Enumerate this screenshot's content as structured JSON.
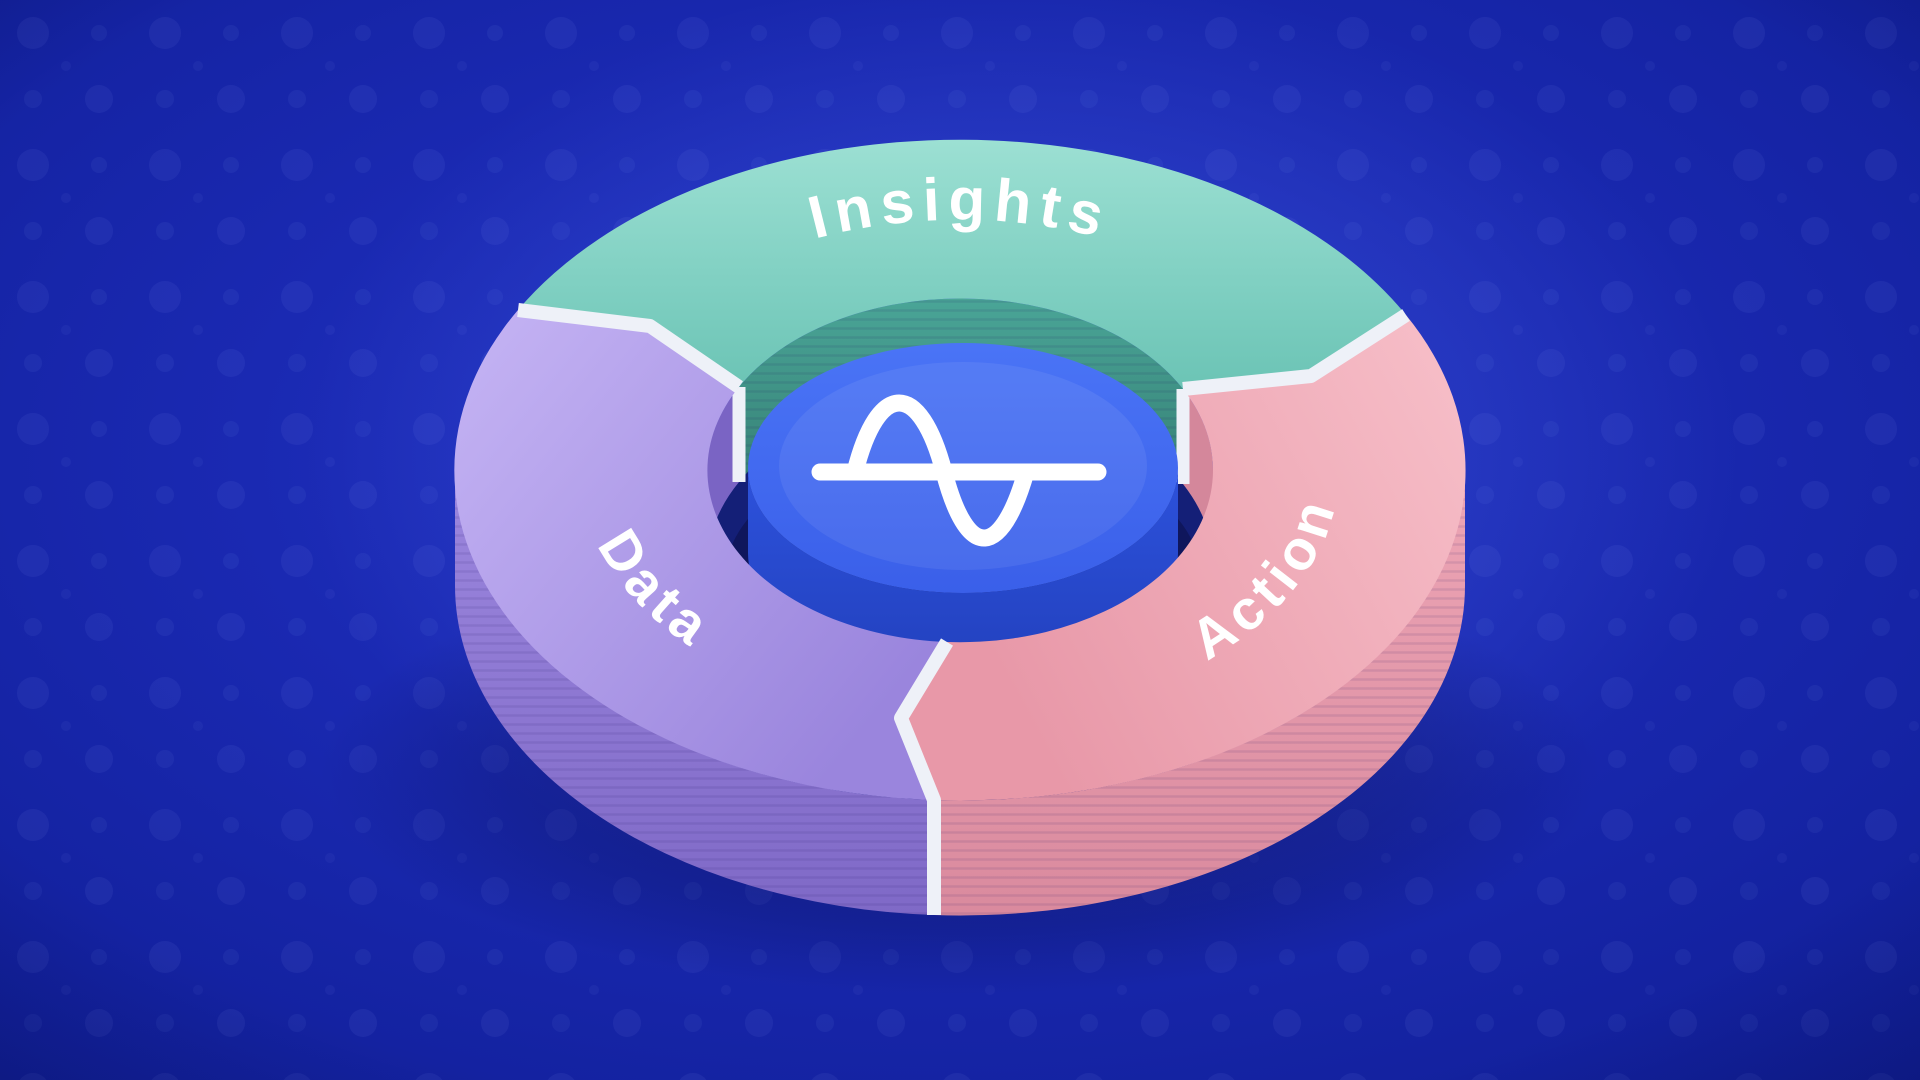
{
  "diagram": {
    "type": "cycle",
    "segments": [
      {
        "id": "insights",
        "label": "Insights",
        "color": "#8ed8cb"
      },
      {
        "id": "action",
        "label": "Action",
        "color": "#f2b0bc"
      },
      {
        "id": "data",
        "label": "Data",
        "color": "#b4a3ec"
      }
    ],
    "center": {
      "logo": "amplitude-logo",
      "disc_color": "#3f68f0",
      "logo_color": "#ffffff"
    },
    "divider_color": "#eef1f8",
    "background_color": "#1a29b2"
  }
}
